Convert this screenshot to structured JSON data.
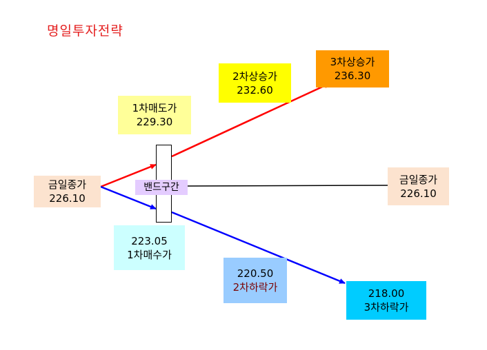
{
  "title": "명일투자전략",
  "band": {
    "label": "밴드구간"
  },
  "current_close_left": {
    "label": "금일종가",
    "value": "226.10",
    "bg": "#fce3cf"
  },
  "current_close_right": {
    "label": "금일종가",
    "value": "226.10",
    "bg": "#fce3cf"
  },
  "sell1": {
    "label": "1차매도가",
    "value": "229.30",
    "bg": "#ffff99"
  },
  "rise2": {
    "label": "2차상승가",
    "value": "232.60",
    "bg": "#ffff00"
  },
  "rise3": {
    "label": "3차상승가",
    "value": "236.30",
    "bg": "#ff9900"
  },
  "buy1": {
    "value": "223.05",
    "label": "1차매수가",
    "bg": "#ccffff"
  },
  "fall2": {
    "value": "220.50",
    "label": "2차하락가",
    "bg": "#99ccff",
    "label_color": "#7a0000"
  },
  "fall3": {
    "value": "218.00",
    "label": "3차하락가",
    "bg": "#00ccff"
  },
  "colors": {
    "up": "#ff0000",
    "down": "#0000ff",
    "flat": "#000000"
  }
}
